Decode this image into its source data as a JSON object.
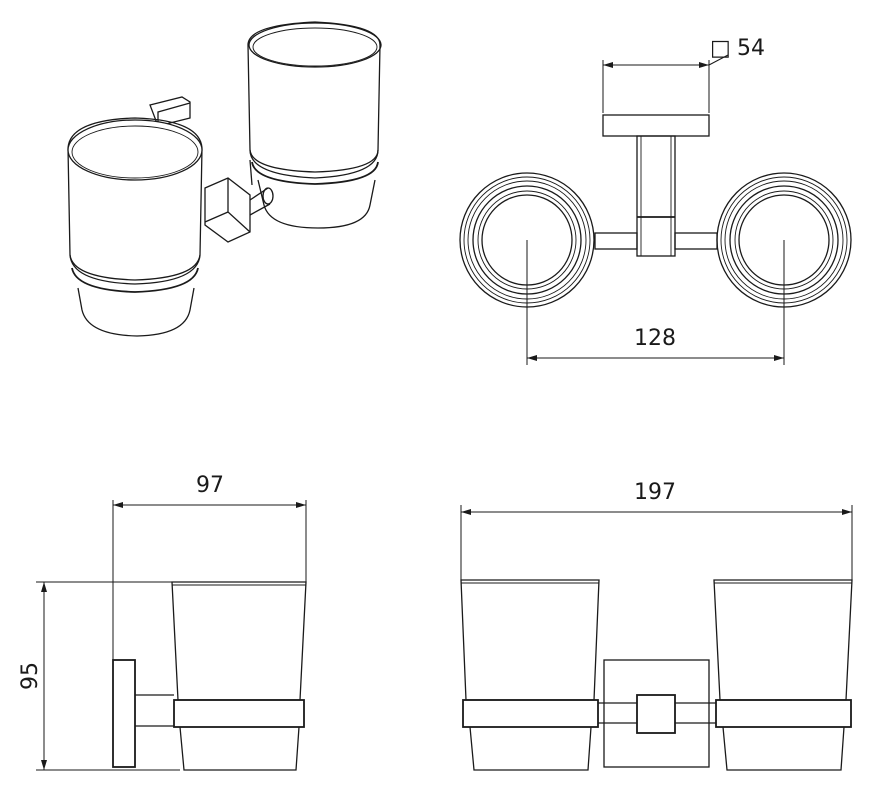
{
  "dimensions": {
    "square_symbol": "□",
    "square_size": "54",
    "center_distance": "128",
    "depth": "97",
    "height": "95",
    "width": "197"
  },
  "colors": {
    "line": "#1a1a1a",
    "background": "#ffffff"
  }
}
